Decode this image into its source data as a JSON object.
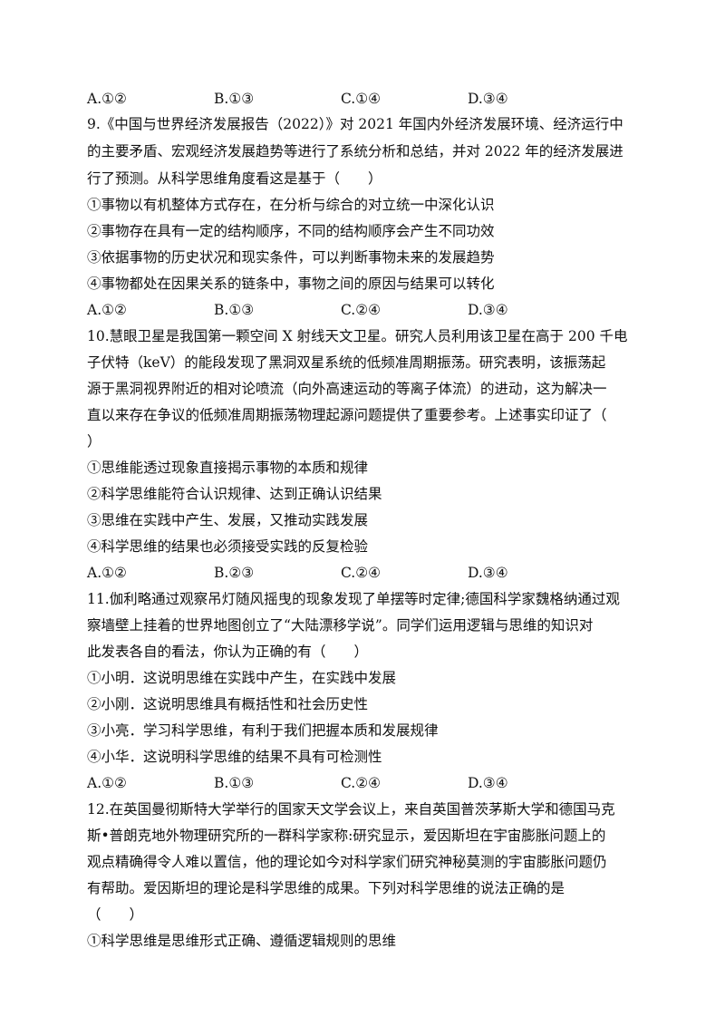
{
  "options_top": [
    "A.①②",
    "B.①③",
    "C.①④",
    "D.③④"
  ],
  "q9": {
    "stem": [
      "9.《中国与世界经济发展报告（2022）》对 2021 年国内外经济发展环境、经济运行中",
      "的主要矛盾、宏观经济发展趋势等进行了系统分析和总结，并对 2022 年的经济发展进",
      "行了预测。从科学思维角度看这是基于（　　）"
    ],
    "items": [
      "①事物以有机整体方式存在，在分析与综合的对立统一中深化认识",
      "②事物存在具有一定的结构顺序，不同的结构顺序会产生不同功效",
      "③依据事物的历史状况和现实条件，可以判断事物未来的发展趋势",
      "④事物都处在因果关系的链条中，事物之间的原因与结果可以转化"
    ],
    "options": [
      "A.①②",
      "B.①③",
      "C.②④",
      "D.③④"
    ]
  },
  "q10": {
    "stem": [
      "10.慧眼卫星是我国第一颗空间 X 射线天文卫星。研究人员利用该卫星在高于 200 千电",
      "子伏特（keV）的能段发现了黑洞双星系统的低频准周期振荡。研究表明，该振荡起",
      "源于黑洞视界附近的相对论喷流（向外高速运动的等离子体流）的进动，这为解决一",
      "直以来存在争议的低频准周期振荡物理起源问题提供了重要参考。上述事实印证了（",
      "）"
    ],
    "items": [
      "①思维能透过现象直接揭示事物的本质和规律",
      "②科学思维能符合认识规律、达到正确认识结果",
      "③思维在实践中产生、发展，又推动实践发展",
      "④科学思维的结果也必须接受实践的反复检验"
    ],
    "options": [
      "A.①②",
      "B.②③",
      "C.②④",
      "D.③④"
    ]
  },
  "q11": {
    "stem": [
      "11.伽利略通过观察吊灯随风摇曳的现象发现了单摆等时定律;德国科学家魏格纳通过观",
      "察墙壁上挂着的世界地图创立了“大陆漂移学说”。同学们运用逻辑与思维的知识对",
      "此发表各自的看法，你认为正确的有（　　）"
    ],
    "items": [
      "①小明．这说明思维在实践中产生，在实践中发展",
      "②小刚．这说明思维具有概括性和社会历史性",
      "③小亮．学习科学思维，有利于我们把握本质和发展规律",
      "④小华．这说明科学思维的结果不具有可检测性"
    ],
    "options": [
      "A.①②",
      "B.①③",
      "C.②④",
      "D.③④"
    ]
  },
  "q12": {
    "stem": [
      "12.在英国曼彻斯特大学举行的国家天文学会议上，来自英国普茨茅斯大学和德国马克",
      "斯•普朗克地外物理研究所的一群科学家称:研究显示，爱因斯坦在宇宙膨胀问题上的",
      "观点精确得令人难以置信，他的理论如今对科学家们研究神秘莫测的宇宙膨胀问题仍",
      "有帮助。爱因斯坦的理论是科学思维的成果。下列对科学思维的说法正确的是",
      "（　　）"
    ],
    "items": [
      "①科学思维是思维形式正确、遵循逻辑规则的思维"
    ]
  }
}
